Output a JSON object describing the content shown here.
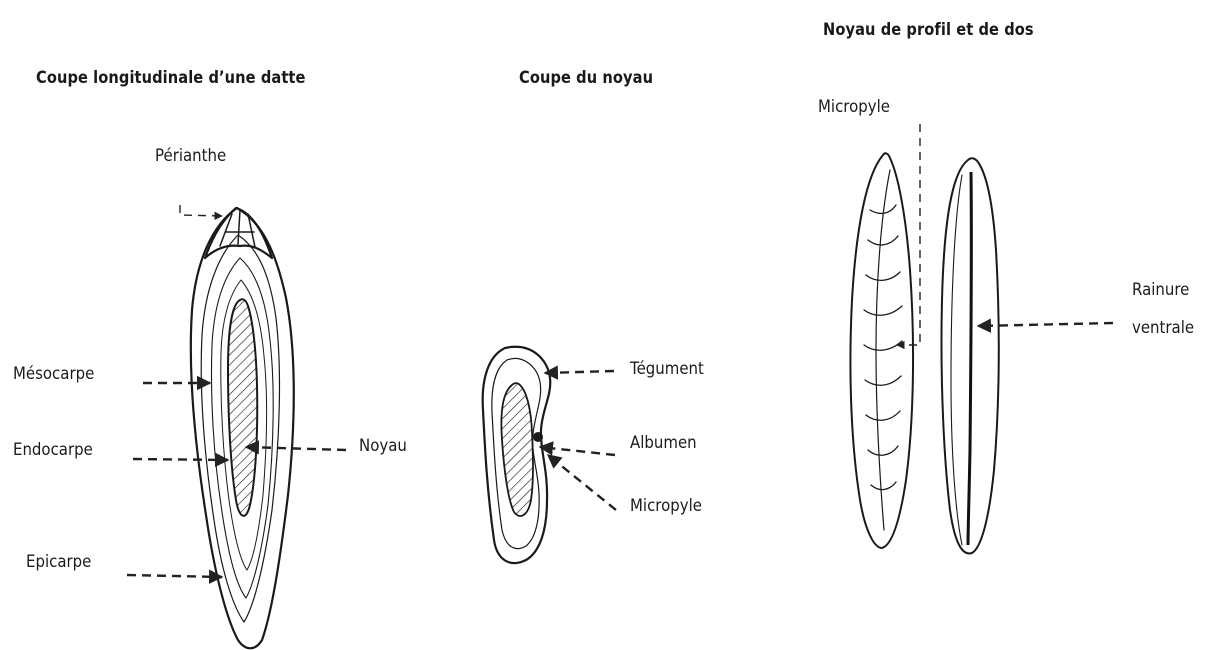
{
  "figure_left": {
    "title": "Coupe longitudinale d’une datte",
    "labels": {
      "perianthe": "Périanthe",
      "mesocarpe": "Mésocarpe",
      "endocarpe": "Endocarpe",
      "epicarpe": "Epicarpe",
      "noyau": "Noyau"
    }
  },
  "figure_middle": {
    "title": "Coupe du noyau",
    "labels": {
      "tegument": "Tégument",
      "albumen": "Albumen",
      "micropyle": "Micropyle"
    }
  },
  "figure_right": {
    "title": "Noyau de profil et de dos",
    "labels": {
      "micropyle": "Micropyle",
      "rainure_line1": "Rainure",
      "rainure_line2": "ventrale"
    }
  },
  "colors": {
    "ink": "#1a1a1a",
    "background": "#ffffff"
  }
}
